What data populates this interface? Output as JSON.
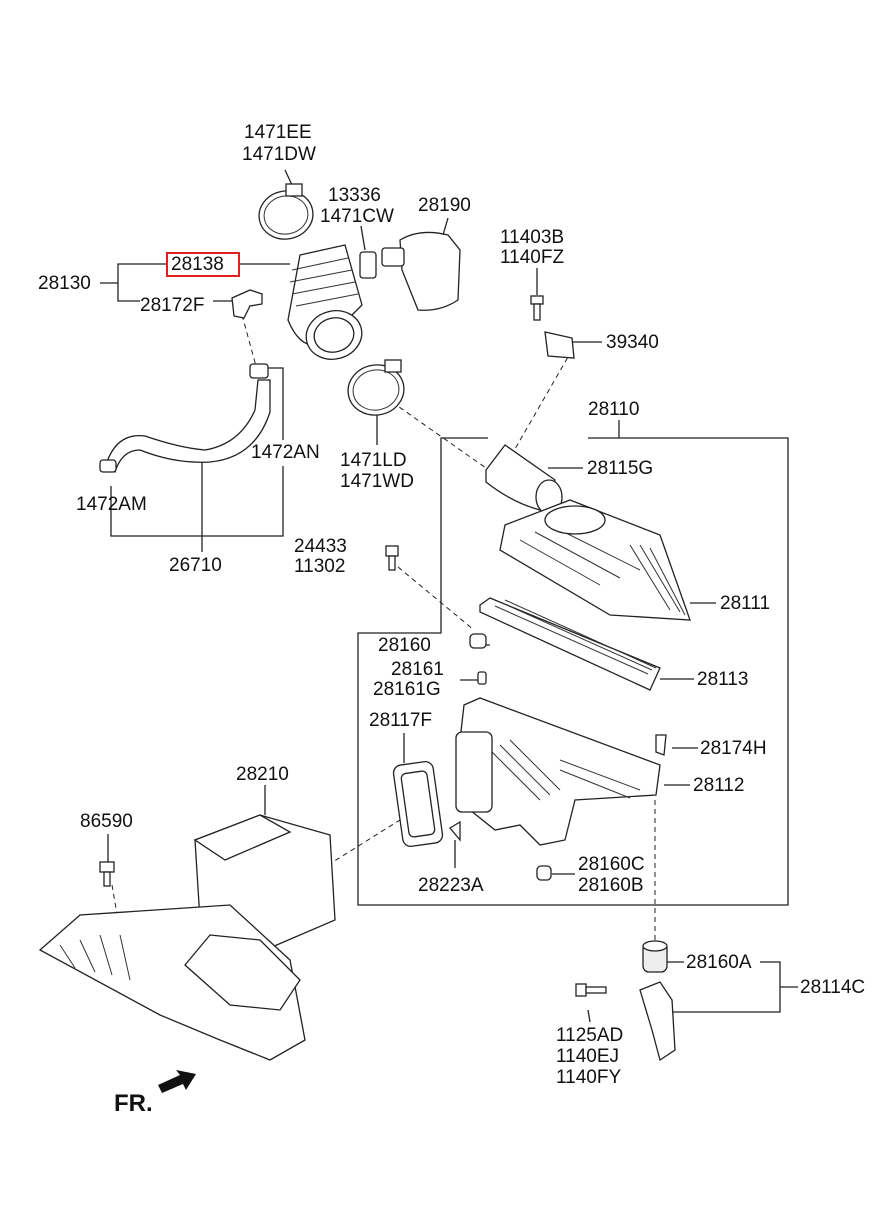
{
  "diagram": {
    "parts": {
      "p1471EE": "1471EE",
      "p1471DW": "1471DW",
      "p13336": "13336",
      "p1471CW": "1471CW",
      "p28190": "28190",
      "p11403B": "11403B",
      "p1140FZ": "1140FZ",
      "p28138": "28138",
      "p28130": "28130",
      "p28172F": "28172F",
      "p39340": "39340",
      "p28110": "28110",
      "p1472AN": "1472AN",
      "p1471LD": "1471LD",
      "p1471WD": "1471WD",
      "p28115G": "28115G",
      "p1472AM": "1472AM",
      "p24433": "24433",
      "p11302": "11302",
      "p28111": "28111",
      "p26710": "26710",
      "p28160": "28160",
      "p28161": "28161",
      "p28161G": "28161G",
      "p28113": "28113",
      "p28117F": "28117F",
      "p28174H": "28174H",
      "p28210": "28210",
      "p28112": "28112",
      "p86590": "86590",
      "p28160C": "28160C",
      "p28160B": "28160B",
      "p28223A": "28223A",
      "p28160A": "28160A",
      "p28114C": "28114C",
      "p1125AD": "1125AD",
      "p1140EJ": "1140EJ",
      "p1140FY": "1140FY"
    },
    "direction_label": "FR.",
    "highlight_color": "#e02020"
  }
}
